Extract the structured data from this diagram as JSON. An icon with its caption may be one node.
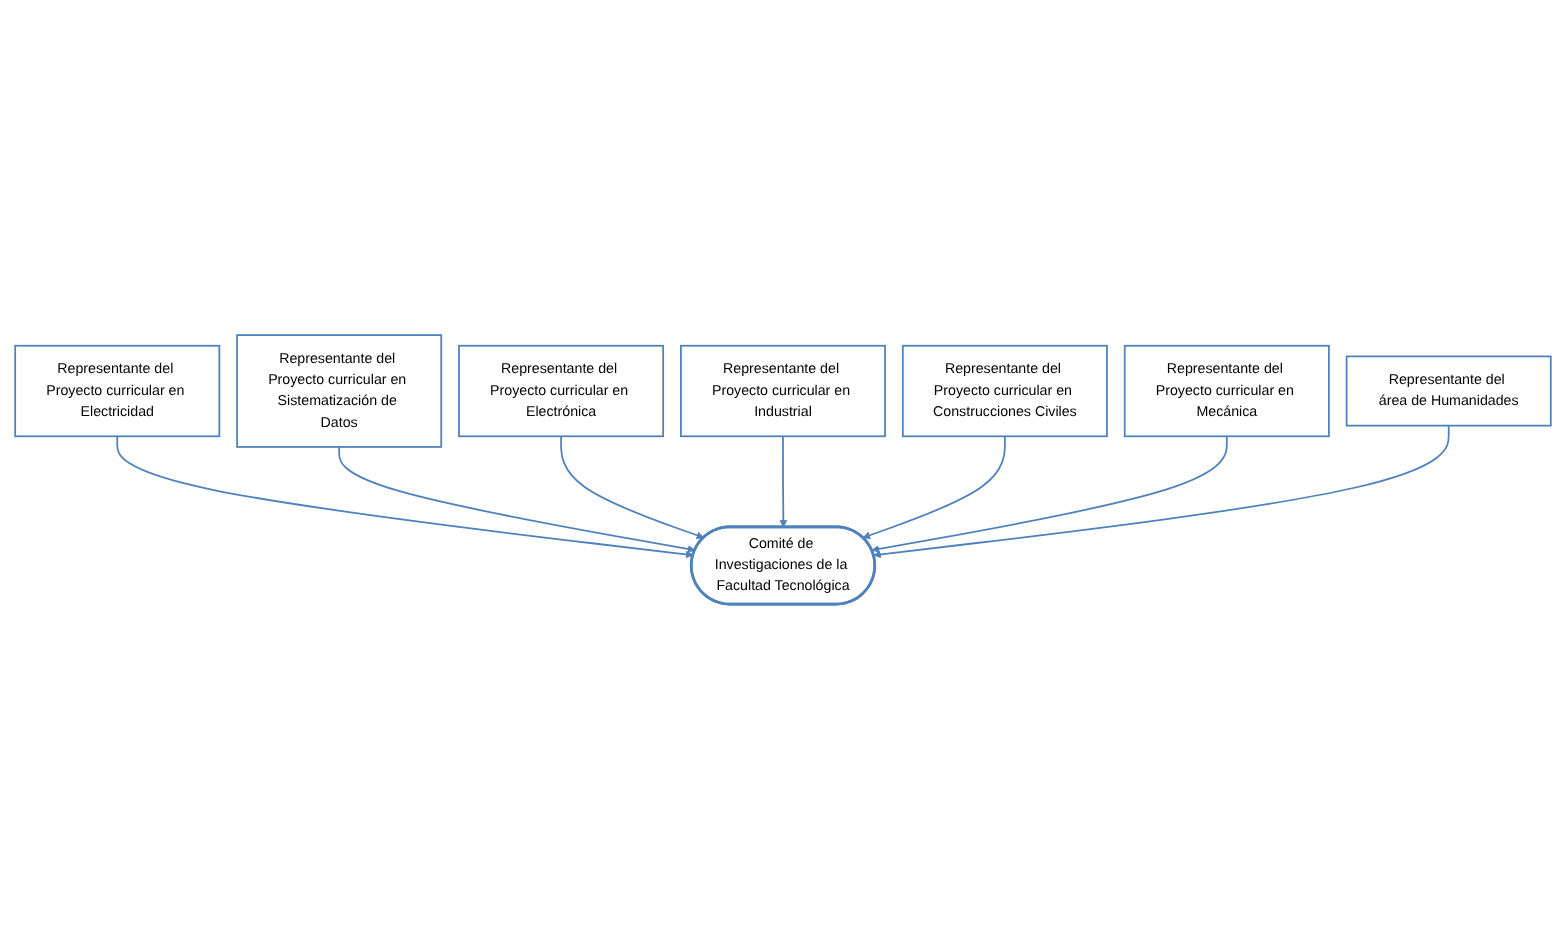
{
  "diagram": {
    "nodes": [
      {
        "text": [
          "Representante del Proyecto curricular en Electricidad"
        ]
      },
      {
        "text": [
          "Representante del Proyecto curricular en Sistematización de Datos"
        ]
      },
      {
        "text": [
          "Representante del Proyecto curricular en Electrónica"
        ]
      },
      {
        "text": [
          "Comité de Investigaciones de la Facultad Tecnológica"
        ]
      },
      {
        "text": [
          "Representante del Proyecto curricular en Industrial"
        ]
      },
      {
        "text": [
          "Representante del Proyecto curricular en Construcciones Civiles"
        ]
      },
      {
        "text": [
          "Representante del Proyecto curricular en Mecánica"
        ]
      },
      {
        "text": [
          "Representante del área de Humanidades"
        ]
      }
    ],
    "edges": [
      {
        "from": 0,
        "to": 3,
        "arrow": "to"
      },
      {
        "from": 1,
        "to": 3,
        "arrow": "to"
      },
      {
        "from": 2,
        "to": 3,
        "arrow": "to"
      },
      {
        "from": 4,
        "to": 3,
        "arrow": "to"
      },
      {
        "from": 5,
        "to": 3,
        "arrow": "to"
      },
      {
        "from": 6,
        "to": 3,
        "arrow": "to"
      },
      {
        "from": 7,
        "to": 3,
        "arrow": "to"
      }
    ]
  }
}
